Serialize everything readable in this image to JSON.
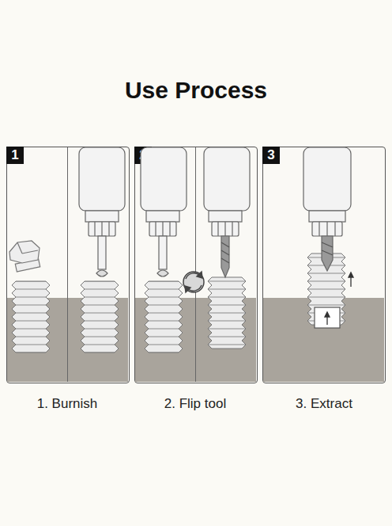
{
  "diagram": {
    "title": "Use Process",
    "nodes": [
      {
        "text": [
          "1"
        ]
      },
      {
        "text": [
          "2"
        ]
      },
      {
        "text": [
          "3"
        ]
      }
    ],
    "labels": [
      "1. Burnish",
      "2. Flip tool",
      "3. Extract"
    ]
  }
}
